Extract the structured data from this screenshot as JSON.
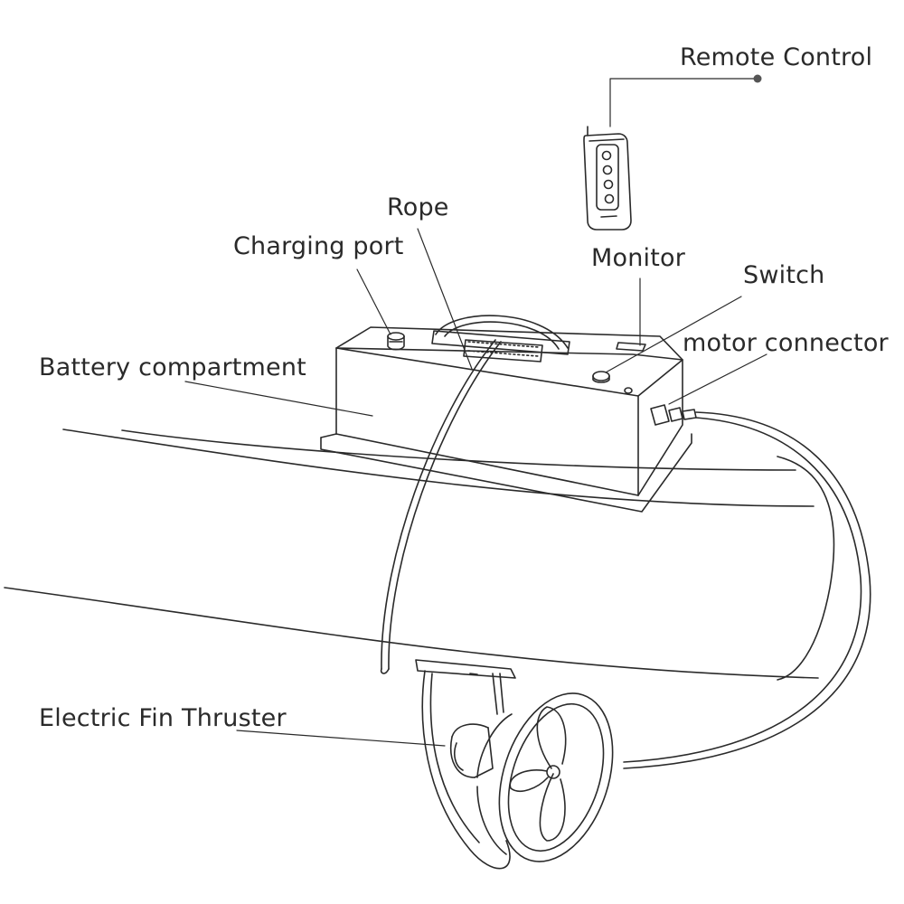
{
  "labels": {
    "remote_control": "Remote Control",
    "rope": "Rope",
    "charging_port": "Charging port",
    "monitor": "Monitor",
    "switch": "Switch",
    "motor_connector": "motor connector",
    "battery_compartment": "Battery compartment",
    "electric_fin_thruster": "Electric Fin Thruster"
  },
  "colors": {
    "line": "#2a2a2a",
    "leader_dot": "#555555",
    "background": "#ffffff"
  }
}
